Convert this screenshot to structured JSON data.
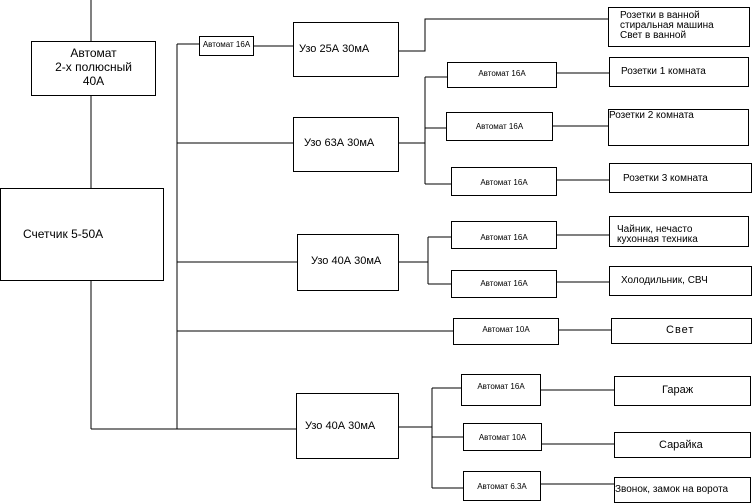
{
  "main_breaker": "Автомат\n2-х полюсный\n40А",
  "meter": "Счетчик 5-50А",
  "rcd_25": "Узо 25А 30мА",
  "rcd_63": "Узо 63А 30мА",
  "rcd_40_a": "Узо 40А 30мА",
  "rcd_40_b": "Узо 40А 30мА",
  "breakers": {
    "bath_16": "Автомат 16А",
    "room1_16": "Автомат 16А",
    "room2_16": "Автомат 16А",
    "room3_16": "Автомат 16А",
    "kettle_16": "Автомат 16А",
    "fridge_16": "Автомат 16А",
    "light_10": "Автомат 10А",
    "garage_16": "Автомат 16А",
    "shed_10": "Автомат 10А",
    "bell_6_3": "Автомат 6.3А"
  },
  "loads": {
    "bathroom": "Розетки в ванной\nстиральная машина\nСвет в ванной",
    "room1": "Розетки 1 комната",
    "room2": "Розетки 2 комната",
    "room3": "Розетки 3 комната",
    "kitchen": "Чайник,  нечасто\nкухонная техника",
    "fridge": "Холодильник, СВЧ",
    "light": "Свет",
    "garage": "Гараж",
    "shed": "Сарайка",
    "bell": "Звонок, замок на ворота"
  }
}
